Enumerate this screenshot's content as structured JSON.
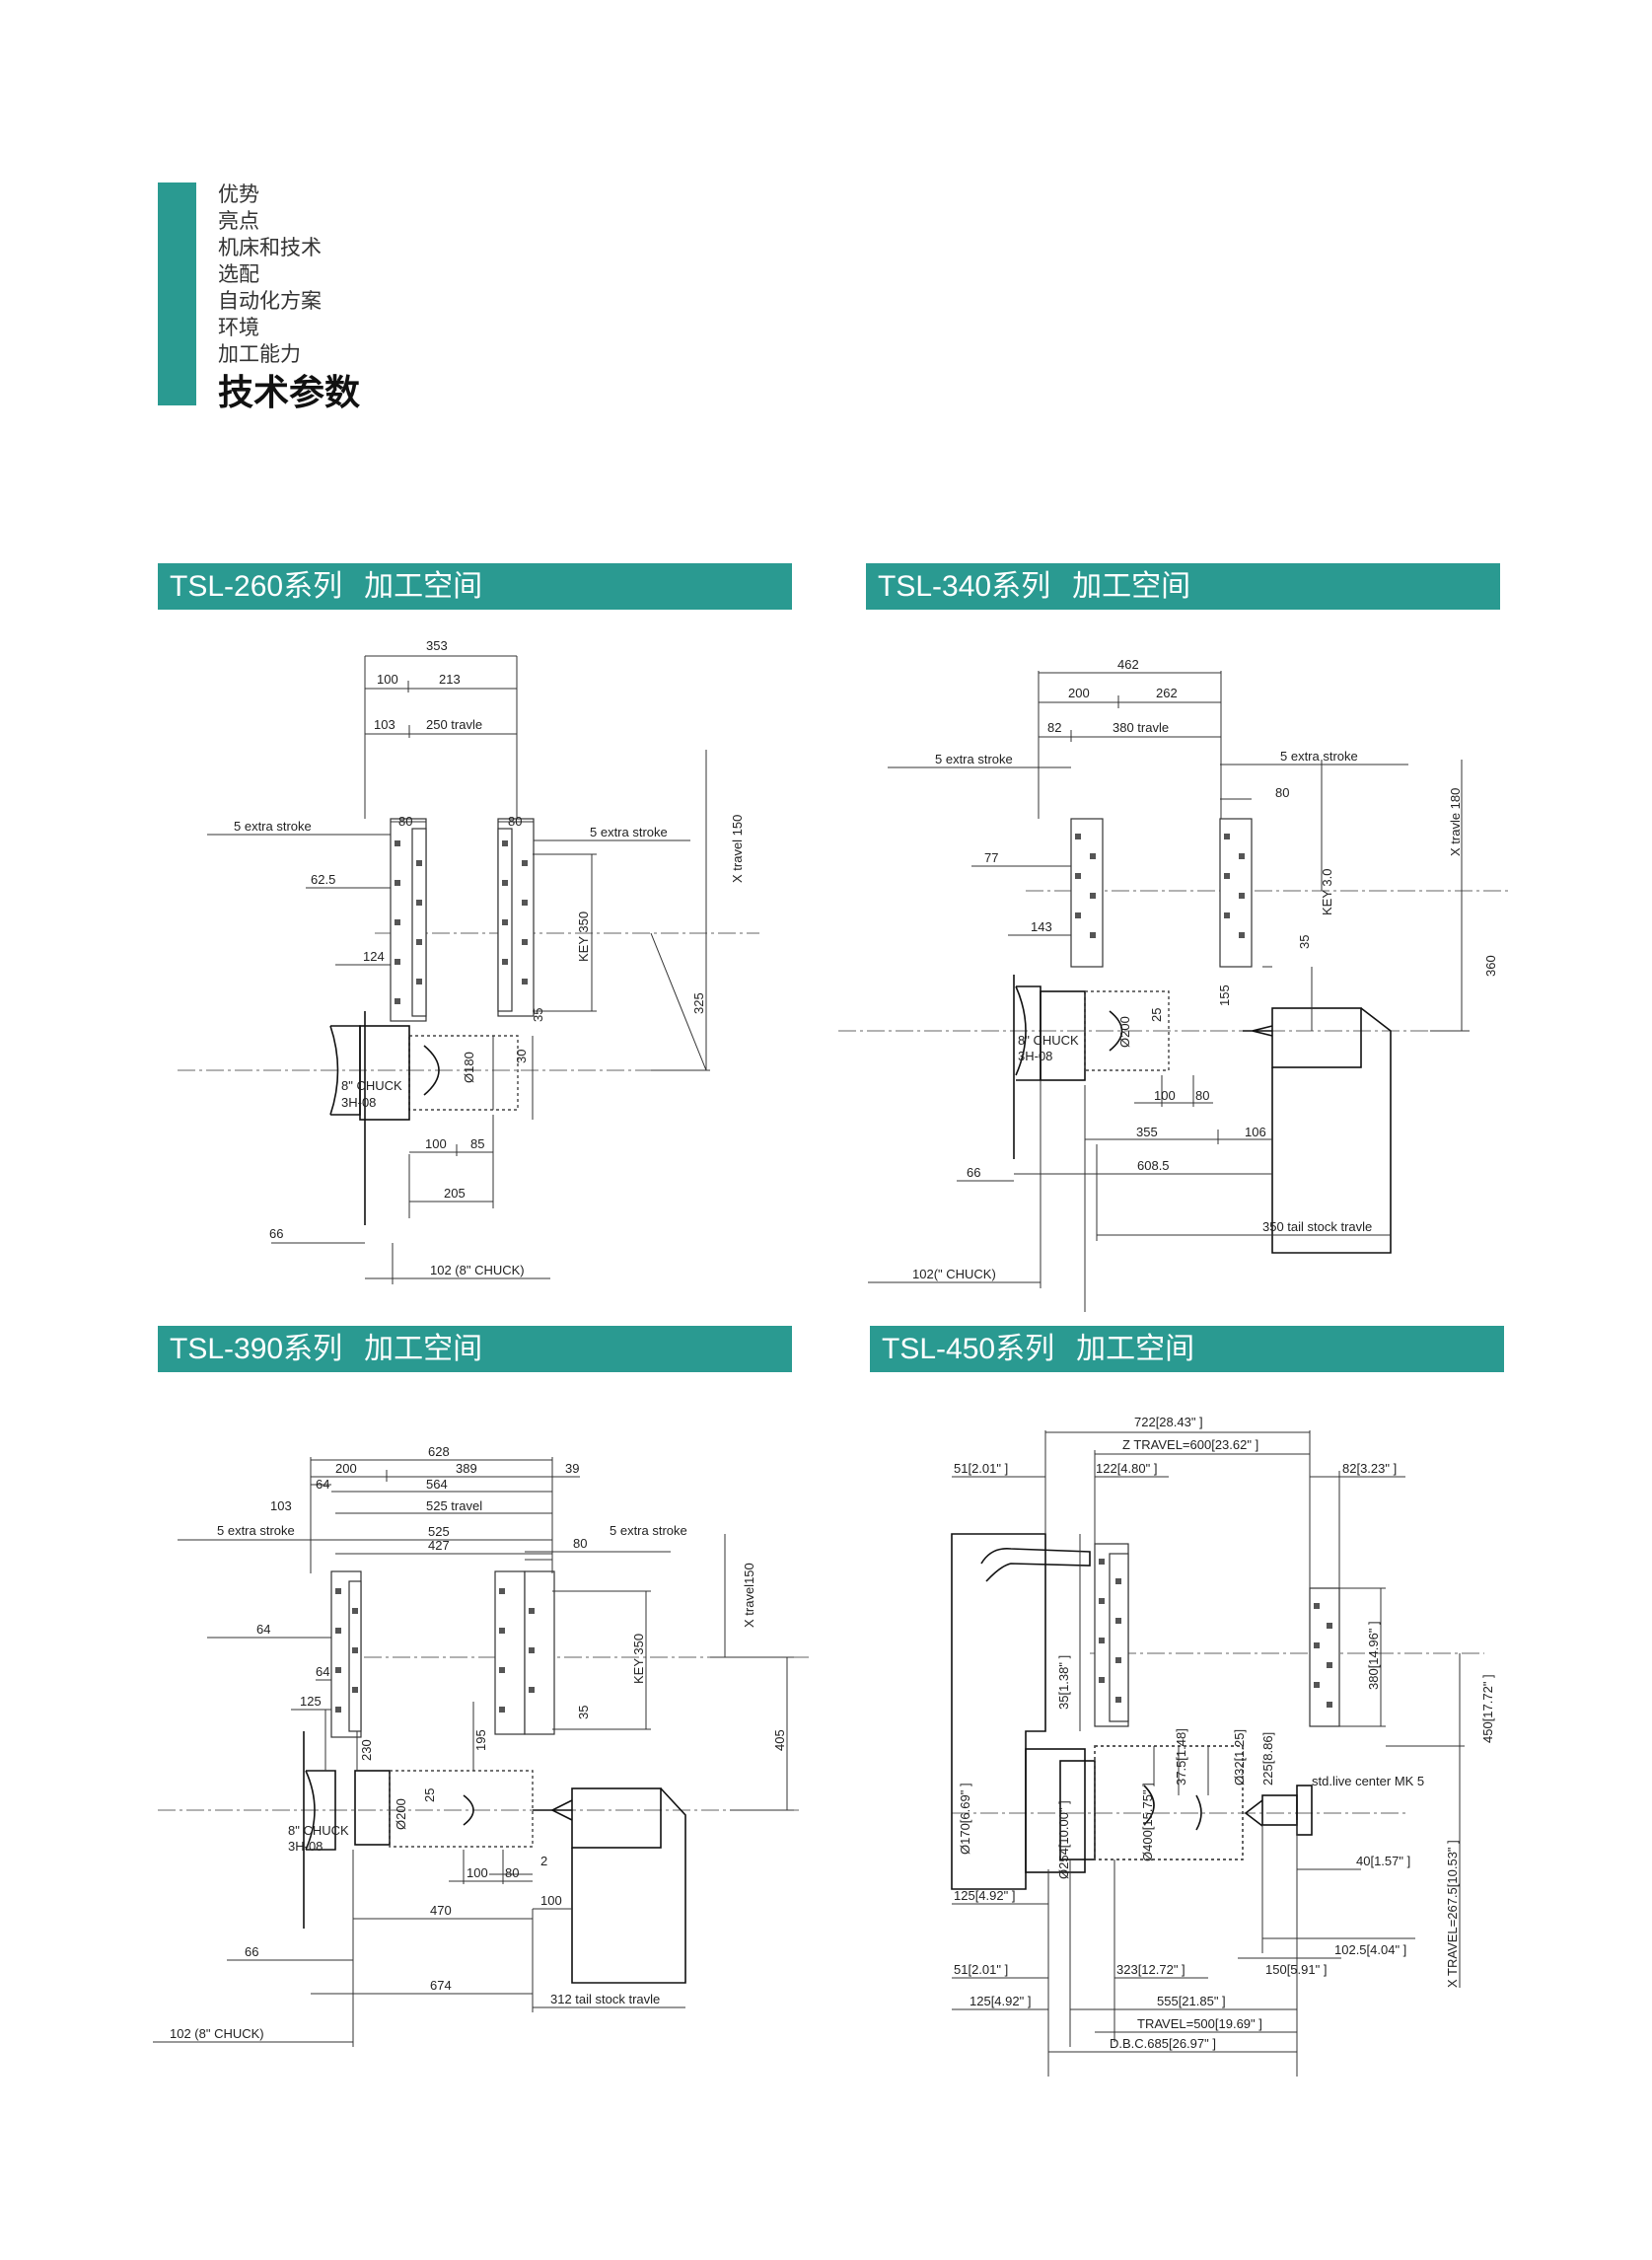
{
  "nav": {
    "items": [
      "优势",
      "亮点",
      "机床和技术",
      "选配",
      "自动化方案",
      "环境",
      "加工能力"
    ],
    "active": "技术参数"
  },
  "panels": [
    {
      "series": "TSL-260系列",
      "title": "加工空间",
      "dims": {
        "d353": "353",
        "d100": "100",
        "d213": "213",
        "d103": "103",
        "d250": "250 travle",
        "d80a": "80",
        "d80b": "80",
        "extra_l": "5  extra stroke",
        "extra_r": "5  extra stroke",
        "d62": "62.5",
        "d124": "124",
        "key": "KEY 350",
        "xtravel": "X  travel  150",
        "d325": "325",
        "d35": "35",
        "d180": "Ø180",
        "d30": "30",
        "chuck": "8\"  CHUCK",
        "chuck2": "3H-08",
        "d100b": "100",
        "d85": "85",
        "d205": "205",
        "d66": "66",
        "d102": "102 (8\"  CHUCK)"
      }
    },
    {
      "series": "TSL-340系列",
      "title": "加工空间",
      "dims": {
        "d462": "462",
        "d200": "200",
        "d262": "262",
        "d82": "82",
        "d380": "380 travle",
        "extra_l": "5  extra stroke",
        "extra_r": "5  extra stroke",
        "d80": "80",
        "xtravel": "X travle 180",
        "d77": "77",
        "key": "KEY 3.0",
        "d143": "143",
        "d35": "35",
        "d360": "360",
        "d155": "155",
        "d25": "25",
        "d200b": "Ø200",
        "chuck": "8\"  CHUCK",
        "chuck2": "3H-08",
        "d100": "100",
        "d80b": "80",
        "d355": "355",
        "d106": "106",
        "d66": "66",
        "d608": "608.5",
        "tail": "350 tail stock travle",
        "d102": "102(\"  CHUCK)"
      }
    },
    {
      "series": "TSL-390系列",
      "title": "加工空间",
      "dims": {
        "d628": "628",
        "d200": "200",
        "d389": "389",
        "d39": "39",
        "d64": "64",
        "d564": "564",
        "d103": "103",
        "d525t": "525 travel",
        "extra_l": "5  extra stroke",
        "d525": "525",
        "d427": "427",
        "extra_r": "5  extra stroke",
        "d80": "80",
        "xtravel": "X travel150",
        "d64b": "64",
        "key": "KEY 350",
        "d64c": "64",
        "d125": "125",
        "d35": "35",
        "d405": "405",
        "d230": "230",
        "d195": "195",
        "d25": "25",
        "d200b": "Ø200",
        "chuck": "8\"  CHUCK",
        "chuck2": "3H-08",
        "d2": "2",
        "d100": "100",
        "d80b": "80",
        "d470": "470",
        "d100b": "100",
        "d66": "66",
        "d674": "674",
        "tail": "312 tail stock travle",
        "d102": "102 (8\"  CHUCK)"
      }
    },
    {
      "series": "TSL-450系列",
      "title": "加工空间",
      "dims": {
        "d722": "722[28.43\" ]",
        "ztravel": "Z TRAVEL=600[23.62\" ]",
        "d51": "51[2.01\" ]",
        "d122": "122[4.80\" ]",
        "d82": "82[3.23\" ]",
        "d35": "35[1.38\" ]",
        "d380": "380[14.96\" ]",
        "d450": "450[17.72\" ]",
        "d37": "37.5[1.48]",
        "d32": "Ø32[1.25]",
        "d225": "225[8.86]",
        "center": "std.live center MK 5",
        "d170": "Ø170[6.69\" ]",
        "d254": "Ø254[10.00\" ]",
        "d400": "Ø400[15.75\" ]",
        "d40": "40[1.57\" ]",
        "xtravel": "X TRAVEL=267.5[10.53\" ]",
        "d125": "125[4.92\" ]",
        "d102": "102.5[4.04\" ]",
        "d150": "150[5.91\" ]",
        "d51b": "51[2.01\" ]",
        "d323": "323[12.72\" ]",
        "d125b": "125[4.92\" ]",
        "d555": "555[21.85\" ]",
        "travel": "TRAVEL=500[19.69\" ]",
        "dbc": "D.B.C.685[26.97\" ]"
      }
    }
  ]
}
